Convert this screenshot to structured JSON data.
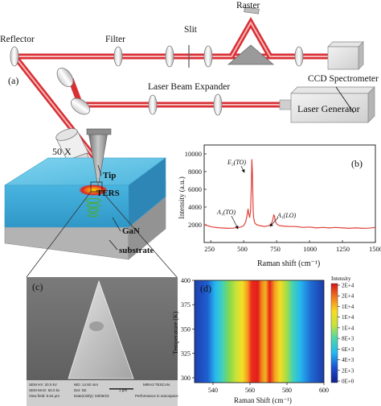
{
  "panels": {
    "a": "(a)",
    "b": "(b)",
    "c": "(c)",
    "d": "(d)"
  },
  "optics": {
    "reflector": "Reflector",
    "filter": "Filter",
    "slit": "Slit",
    "raster": "Raster",
    "ccd": "CCD Spectrometer",
    "expander": "Laser Beam Expander",
    "generator": "Laser Generator",
    "objective": "50 X"
  },
  "sample": {
    "tip": "Tip",
    "ters": "TERS",
    "gan": "GaN",
    "substrate": "substrate"
  },
  "spectrum": {
    "xlabel": "Raman shift (cm⁻¹)",
    "ylabel": "Intensity (a.u.)",
    "x_ticks": [
      "250",
      "500",
      "750",
      "1000",
      "1250",
      "1500"
    ],
    "y_ticks": [
      "2000",
      "4000",
      "6000",
      "8000",
      "10000"
    ],
    "peaks": [
      {
        "label": "E₂(TO)"
      },
      {
        "label": "A₁(TO)"
      },
      {
        "label": "A₁(LO)"
      }
    ],
    "line_color": "#e0403a"
  },
  "sem": {
    "bar1": {
      "a": "SEM HV: 20.0 kV",
      "b": "WD: 14.92 mm",
      "c": "MIRA3 TESCAN"
    },
    "bar2": {
      "a": "SEM MAG: 50.0 kx",
      "b": "Det: SE",
      "c": "1 μm"
    },
    "bar3": {
      "a": "View field: 5.54 μm",
      "b": "Date(m/d/y): 03/06/23",
      "c": "Performance in nanospace"
    }
  },
  "heatmap": {
    "xlabel": "Raman Shift (cm⁻¹)",
    "ylabel": "Temperature (K)",
    "colorbar_title": "Intensity",
    "x_ticks": [
      "540",
      "560",
      "580",
      "600"
    ],
    "y_ticks": [
      "300",
      "325",
      "350",
      "375",
      "400"
    ],
    "colorbar_ticks": [
      "2E+4",
      "2E+4",
      "1E+4",
      "1E+4",
      "1E+4",
      "8E+3",
      "6E+3",
      "4E+3",
      "2E+3",
      "0E+0"
    ]
  },
  "chart_data": [
    {
      "type": "line",
      "xlabel": "Raman shift (cm⁻¹)",
      "ylabel": "Intensity (a.u.)",
      "xlim": [
        200,
        1500
      ],
      "ylim": [
        0,
        11000
      ],
      "x": [
        200,
        260,
        320,
        380,
        420,
        460,
        480,
        500,
        515,
        525,
        533,
        538,
        545,
        552,
        558,
        562,
        566,
        568,
        572,
        576,
        582,
        590,
        600,
        620,
        640,
        660,
        690,
        710,
        722,
        728,
        734,
        740,
        750,
        770,
        800,
        850,
        900,
        950,
        1000,
        1050,
        1100,
        1150,
        1200,
        1250,
        1300,
        1350,
        1400,
        1450,
        1500
      ],
      "y": [
        2000,
        1750,
        1650,
        1600,
        1620,
        1700,
        1750,
        1900,
        2300,
        3000,
        3800,
        3300,
        2800,
        3500,
        6500,
        9400,
        8000,
        6500,
        3500,
        2800,
        2300,
        2100,
        2000,
        1900,
        1850,
        1800,
        1900,
        2100,
        2600,
        3100,
        3000,
        2400,
        2100,
        1900,
        1850,
        1800,
        1800,
        1700,
        1750,
        1650,
        1700,
        1650,
        1700,
        1650,
        1600,
        1650,
        1600,
        1620,
        1700
      ],
      "annotations": [
        "E₂(TO)",
        "A₁(TO)",
        "A₁(LO)"
      ]
    },
    {
      "type": "heatmap",
      "xlabel": "Raman Shift (cm⁻¹)",
      "ylabel": "Temperature (K)",
      "xlim": [
        530,
        600
      ],
      "ylim": [
        295,
        400
      ],
      "colorbar_title": "Intensity",
      "colorbar_range": [
        0,
        20000
      ],
      "intensity_profile": {
        "x": [
          530,
          535,
          540,
          545,
          548,
          551,
          554,
          557,
          560,
          562,
          564,
          566,
          568,
          570,
          573,
          576,
          580,
          585,
          590,
          595,
          600
        ],
        "values": [
          1500,
          2000,
          3000,
          5000,
          6000,
          7500,
          9000,
          13000,
          19000,
          20000,
          19000,
          17000,
          18000,
          13000,
          9000,
          6000,
          4500,
          3000,
          2000,
          1500,
          1000
        ]
      }
    }
  ]
}
